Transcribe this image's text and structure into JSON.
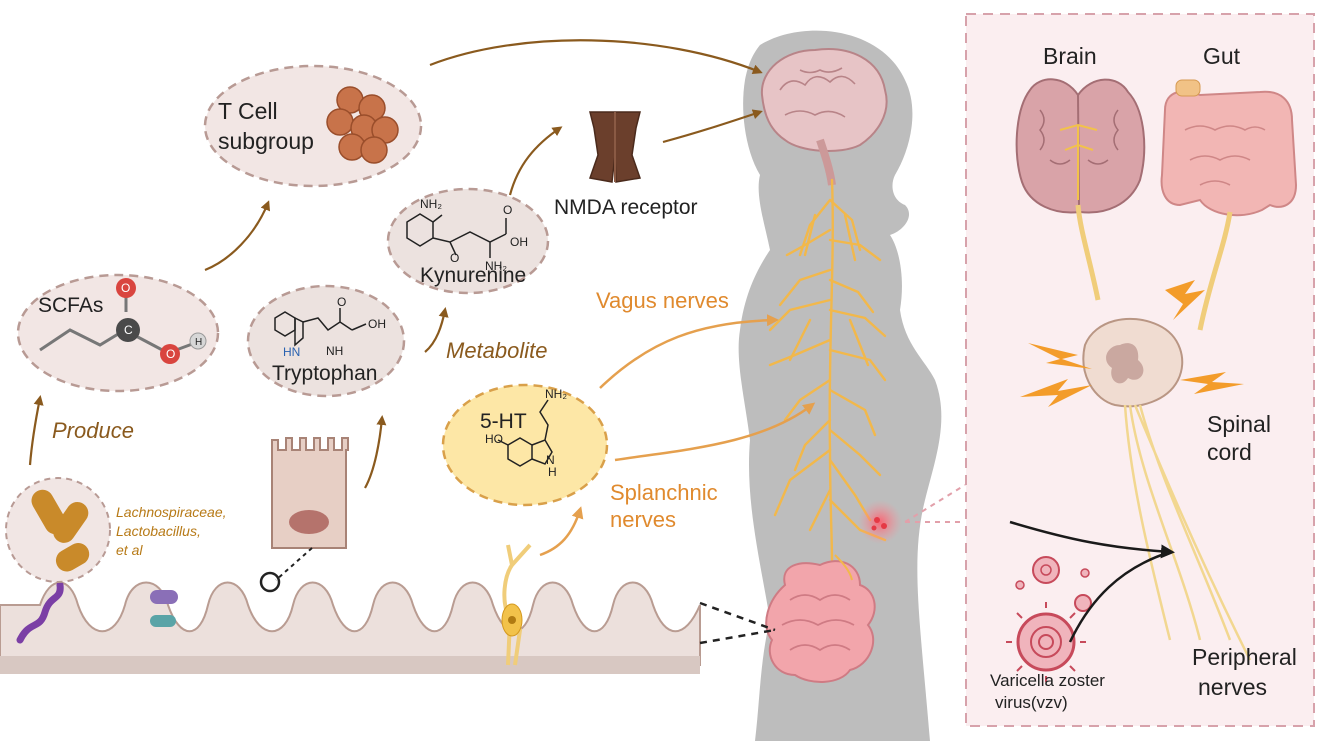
{
  "labels": {
    "t_cell": [
      "T Cell",
      "subgroup"
    ],
    "scfas": "SCFAs",
    "produce": "Produce",
    "bacteria": [
      "Lachnospiraceae,",
      "Lactobacillus,",
      "et al"
    ],
    "tryptophan": "Tryptophan",
    "kynurenine": "Kynurenine",
    "metabolite": "Metabolite",
    "nmda": "NMDA receptor",
    "five_ht": "5-HT",
    "vagus": "Vagus nerves",
    "splanchnic": [
      "Splanchnic",
      "nerves"
    ],
    "brain": "Brain",
    "gut": "Gut",
    "spinal": [
      "Spinal",
      "cord"
    ],
    "peripheral": [
      "Peripheral",
      "nerves"
    ],
    "vzv": [
      "Varicella zoster",
      "virus(vzv)"
    ]
  },
  "chem": {
    "o": "O",
    "c": "C",
    "h": "H",
    "oh": "OH",
    "nh2": "NH₂",
    "nh": "NH",
    "hn": "HN",
    "h_low": "H",
    "n": "N",
    "ho": "HO"
  },
  "colors": {
    "brown_arrow": "#8a5a1e",
    "orange_arrow": "#e5a04e",
    "nerve": "#f2b84b",
    "panel_bg": "#fbeef0",
    "panel_border": "#d7a2ab",
    "silhouette": "#bdbdbd",
    "bubble_fill": "#f2e6e4",
    "bubble_dash": "#b89a94",
    "serotonin_fill": "#fde7a6",
    "serotonin_dash": "#d9a04a"
  }
}
